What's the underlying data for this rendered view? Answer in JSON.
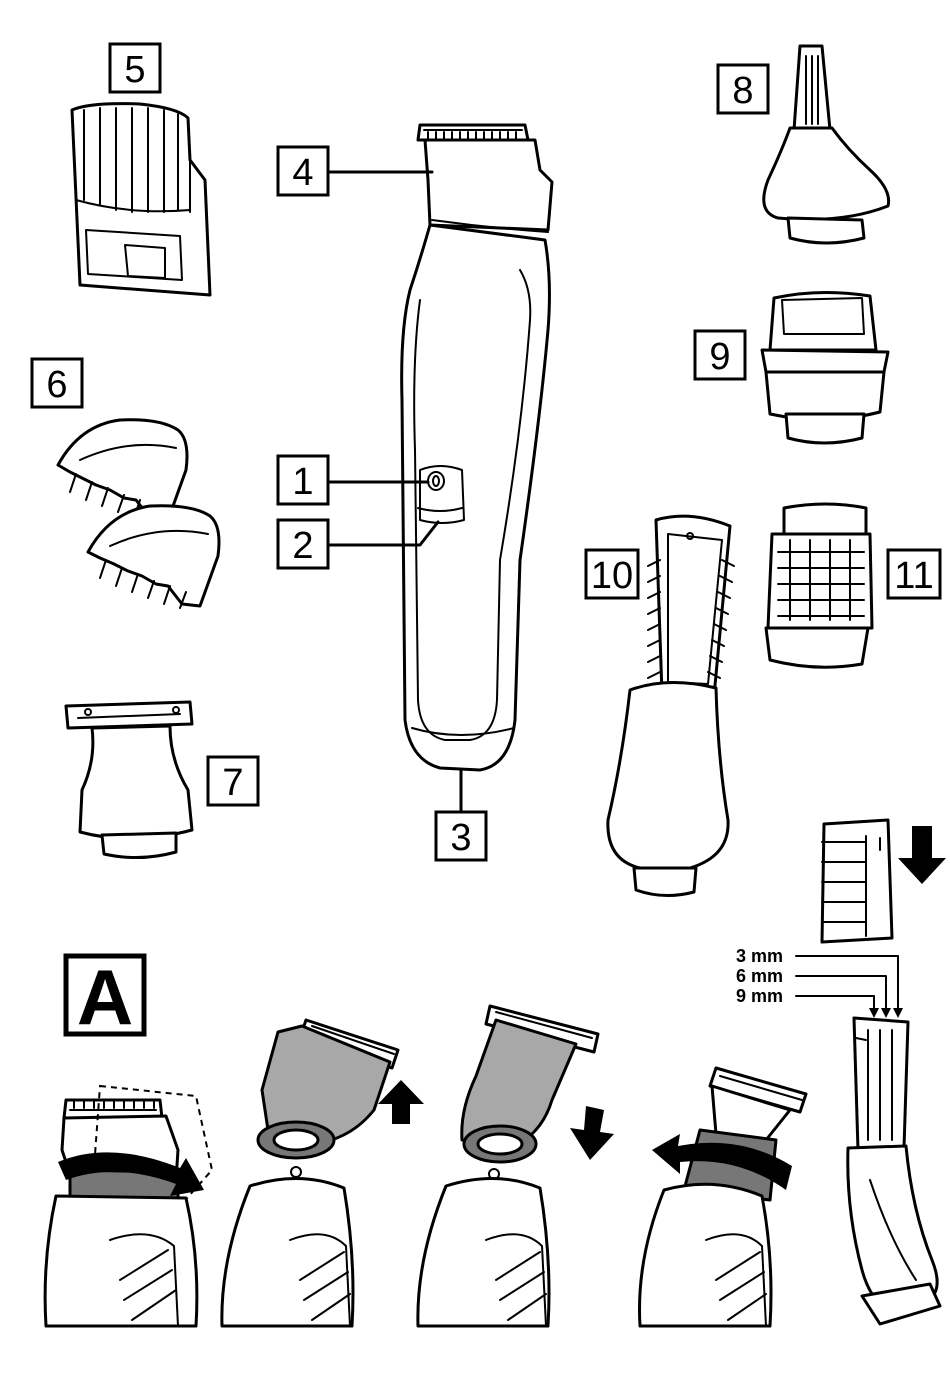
{
  "callouts": {
    "c1": "1",
    "c2": "2",
    "c3": "3",
    "c4": "4",
    "c5": "5",
    "c6": "6",
    "c7": "7",
    "c8": "8",
    "c9": "9",
    "c10": "10",
    "c11": "11"
  },
  "section_label": "A",
  "comb_lengths": [
    "3 mm",
    "6 mm",
    "9 mm"
  ]
}
